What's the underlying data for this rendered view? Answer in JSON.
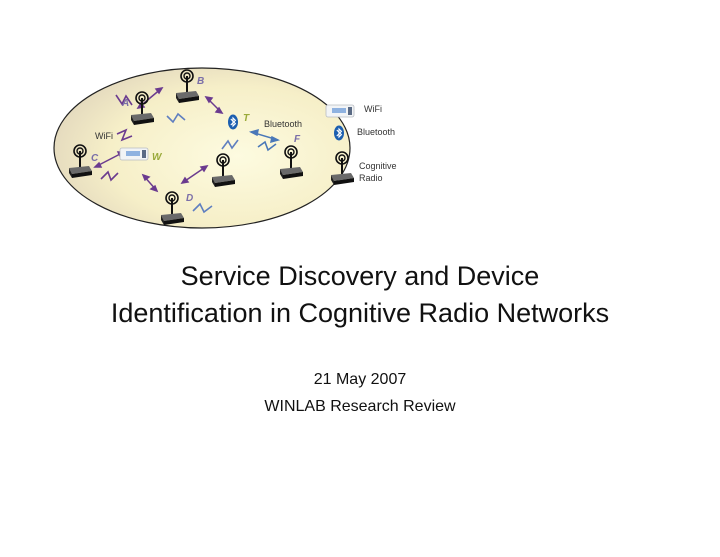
{
  "diagram": {
    "nodes": {
      "a": "A",
      "b": "B",
      "c": "C",
      "d": "D",
      "f": "F",
      "t": "T",
      "w": "W"
    },
    "inner_labels": {
      "wifi": "WiFi",
      "bluetooth": "Bluetooth"
    },
    "legend": {
      "wifi": "WiFi",
      "bluetooth": "Bluetooth",
      "cognitive_line1": "Cognitive",
      "cognitive_line2": "Radio"
    },
    "colors": {
      "ellipse_center": "#fbf7cf",
      "ellipse_edge": "#e8ddbd",
      "wifi_link": "#6b3b8f",
      "bluetooth_link": "#4a78b8",
      "cognitive_link": "#5f7fc0",
      "bluetooth_icon": "#1c5fb0"
    }
  },
  "slide": {
    "title_line1": "Service Discovery and Device",
    "title_line2": "Identification in Cognitive Radio Networks",
    "date": "21 May 2007",
    "event": "WINLAB Research Review"
  }
}
